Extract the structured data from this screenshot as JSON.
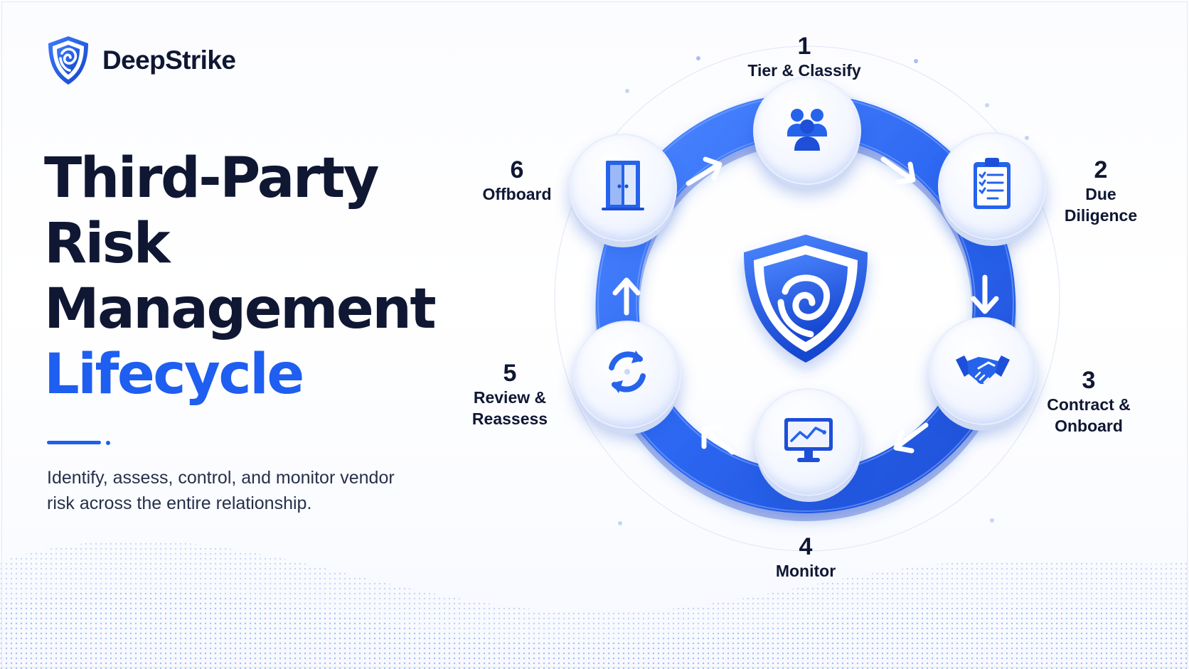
{
  "brand": {
    "name": "DeepStrike"
  },
  "title": {
    "line1": "Third-Party",
    "line2": "Risk",
    "line3": "Management",
    "line4": "Lifecycle"
  },
  "subtitle": "Identify, assess, control, and monitor vendor risk across the entire relationship.",
  "colors": {
    "accent": "#1e5ef0",
    "text_dark": "#0f1733"
  },
  "steps": [
    {
      "number": "1",
      "label": "Tier & Classify",
      "icon": "people-group-icon"
    },
    {
      "number": "2",
      "label": "Due Diligence",
      "icon": "clipboard-checklist-icon"
    },
    {
      "number": "3",
      "label": "Contract &\nOnboard",
      "icon": "handshake-icon"
    },
    {
      "number": "4",
      "label": "Monitor",
      "icon": "monitor-chart-icon"
    },
    {
      "number": "5",
      "label": "Review &\nReassess",
      "icon": "refresh-cycle-icon"
    },
    {
      "number": "6",
      "label": "Offboard",
      "icon": "door-exit-icon"
    }
  ],
  "center_icon": "shield-logo-icon"
}
